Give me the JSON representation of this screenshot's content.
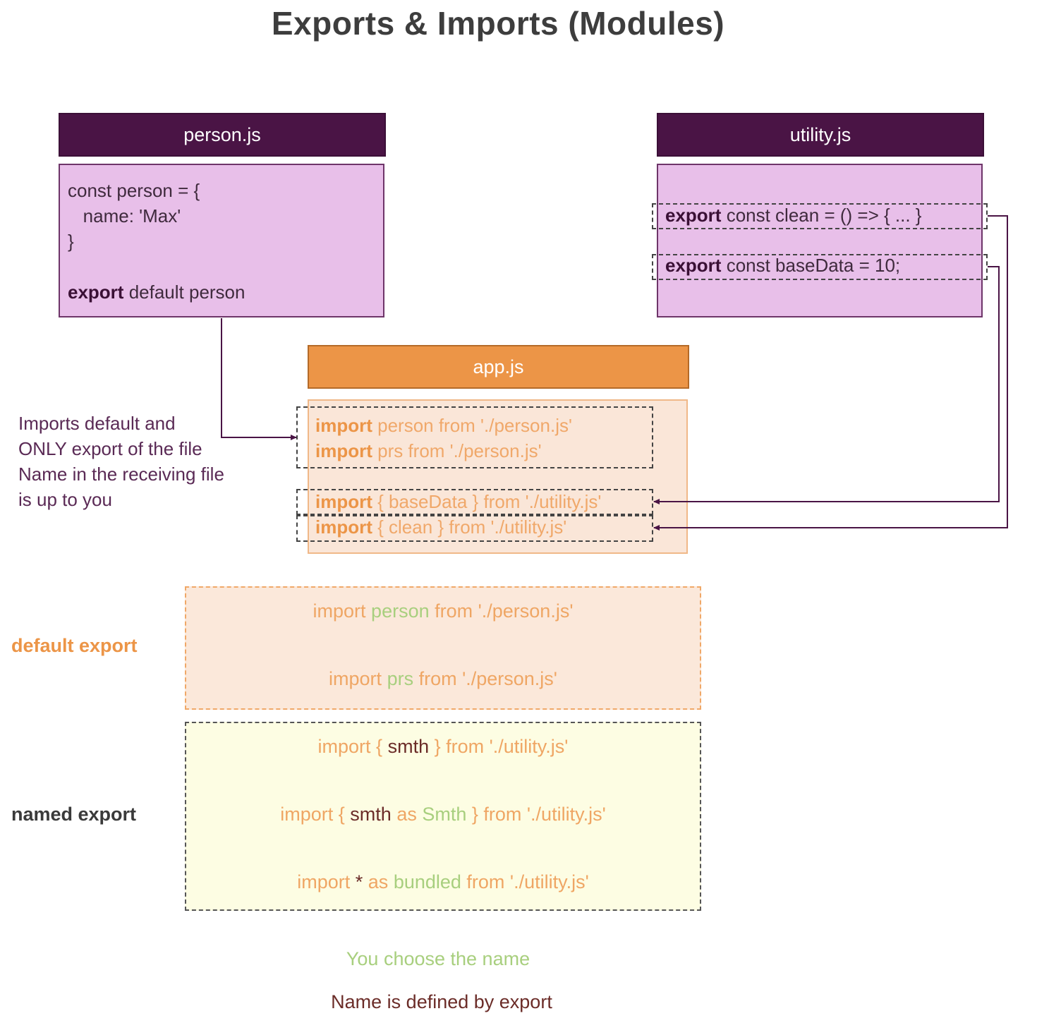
{
  "title": "Exports & Imports (Modules)",
  "person": {
    "filename": "person.js",
    "line1": "const person = {",
    "line2": "   name: 'Max'",
    "line3": "}",
    "export_kw": "export",
    "export_rest": " default person"
  },
  "utility": {
    "filename": "utility.js",
    "export1_kw": "export",
    "export1_rest": " const clean = () => { ... }",
    "export2_kw": "export",
    "export2_rest": " const baseData = 10;"
  },
  "app": {
    "filename": "app.js",
    "imp1_kw": "import",
    "imp1_rest": " person from './person.js'",
    "imp2_kw": "import",
    "imp2_rest": " prs from './person.js'",
    "imp3_kw": "import",
    "imp3_rest": " { baseData } from './utility.js'",
    "imp4_kw": "import",
    "imp4_rest": " { clean } from './utility.js'"
  },
  "note": {
    "line1": "Imports default and",
    "line2": "ONLY export of the file",
    "line3": "Name in the receiving file",
    "line4": "is up to you"
  },
  "default_export": {
    "label": "default export",
    "ex1": {
      "a": "import ",
      "b": "person",
      "c": " from './person.js'"
    },
    "ex2": {
      "a": "import ",
      "b": "prs",
      "c": " from './person.js'"
    }
  },
  "named_export": {
    "label": "named export",
    "ex1": {
      "a": "import { ",
      "b": "smth",
      "c": " } from './utility.js'"
    },
    "ex2": {
      "a": "import { ",
      "b": "smth",
      "c": " as ",
      "d": "Smth",
      "e": " } from './utility.js'"
    },
    "ex3": {
      "a": "import ",
      "b": "*",
      "c": " as ",
      "d": "bundled",
      "e": " from './utility.js'"
    }
  },
  "legend": {
    "choose": "You choose the name",
    "defined": "Name is defined by export"
  },
  "colors": {
    "purple_header": "#4a1445",
    "purple_panel": "#e8bfe9",
    "orange_header": "#ec9547",
    "peach_panel": "#fae6d8",
    "yellow_panel": "#fdfde3",
    "green_text": "#a8cf7e",
    "dark_red_text": "#6b2c28"
  }
}
